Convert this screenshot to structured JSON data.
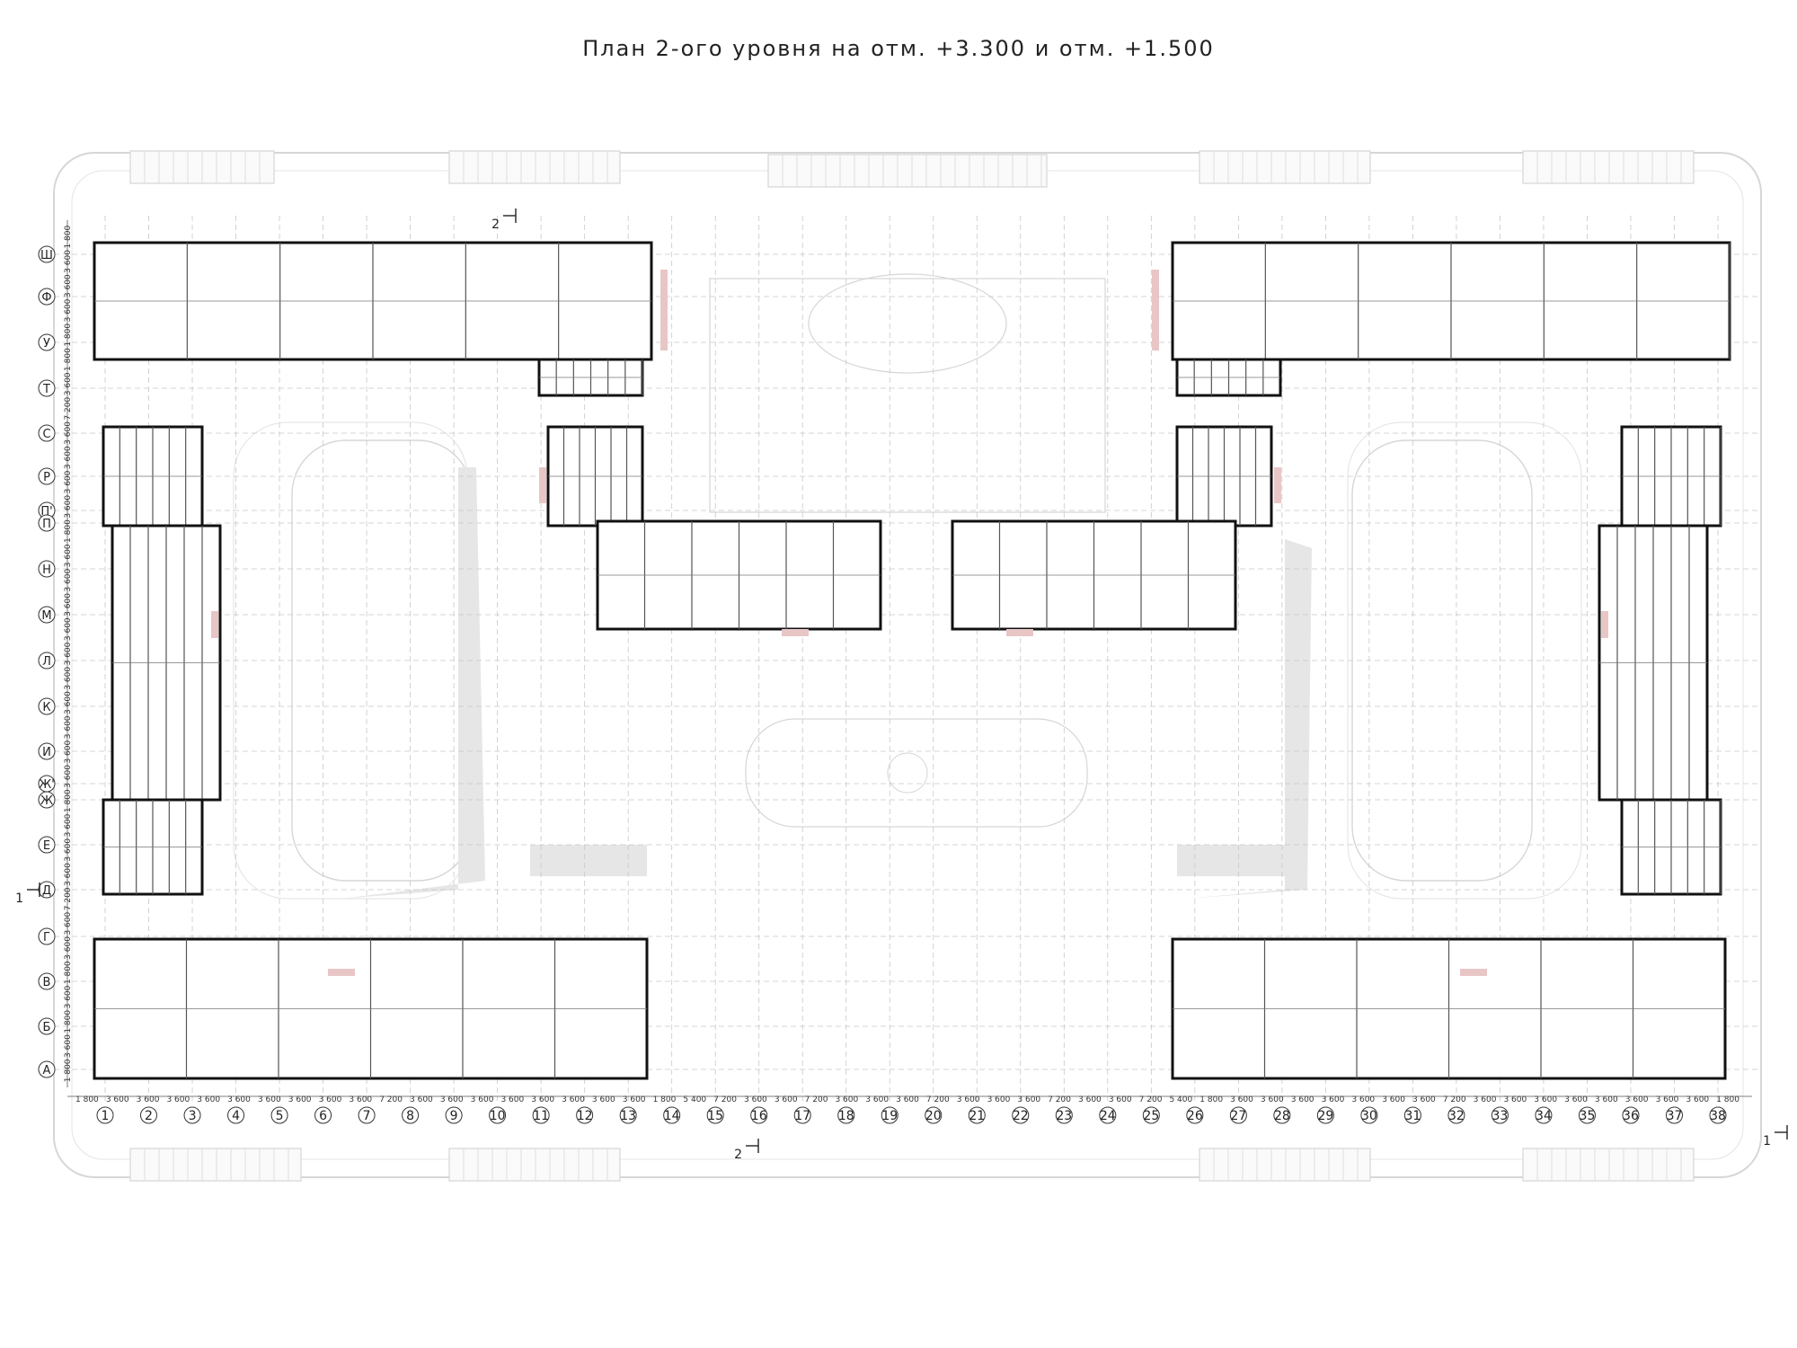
{
  "title": "План 2-ого уровня на отм. +3.300 и отм. +1.500",
  "axes_numbers": [
    "1",
    "2",
    "3",
    "4",
    "5",
    "6",
    "7",
    "8",
    "9",
    "10",
    "11",
    "12",
    "13",
    "14",
    "15",
    "16",
    "17",
    "18",
    "19",
    "20",
    "21",
    "22",
    "23",
    "24",
    "25",
    "26",
    "27",
    "28",
    "29",
    "30",
    "31",
    "32",
    "33",
    "34",
    "35",
    "36",
    "37",
    "38"
  ],
  "axes_letters": [
    "Ш",
    "Ф",
    "У",
    "Т",
    "С",
    "Р",
    "П'",
    "П",
    "Н",
    "М",
    "Л",
    "К",
    "И",
    "Ж'",
    "Ж",
    "Е",
    "Д",
    "Г",
    "В",
    "Б",
    "А"
  ],
  "bottom_dimensions": [
    "1 800",
    "3 600",
    "3 600",
    "3 600",
    "3 600",
    "3 600",
    "3 600",
    "3 600",
    "3 600",
    "3 600",
    "7 200",
    "3 600",
    "3 600",
    "3 600",
    "3 600",
    "3 600",
    "3 600",
    "3 600",
    "3 600",
    "1 800",
    "5 400",
    "7 200",
    "3 600",
    "3 600",
    "7 200",
    "3 600",
    "3 600",
    "3 600",
    "7 200",
    "3 600",
    "3 600",
    "3 600",
    "7 200",
    "3 600",
    "3 600",
    "7 200",
    "5 400",
    "1 800",
    "3 600",
    "3 600",
    "3 600",
    "3 600",
    "3 600",
    "3 600",
    "3 600",
    "7 200",
    "3 600",
    "3 600",
    "3 600",
    "3 600",
    "3 600",
    "3 600",
    "3 600",
    "3 600",
    "1 800"
  ],
  "left_dimensions": [
    "1 800",
    "3 600",
    "3 600",
    "3 600",
    "1 800",
    "1 800",
    "3 600",
    "7 200",
    "3 600",
    "3 600",
    "3 600",
    "3 600",
    "1 800",
    "3 600",
    "3 600",
    "3 600",
    "3 600",
    "3 600",
    "3 600",
    "3 600",
    "3 600",
    "3 600",
    "3 600",
    "1 800",
    "3 600",
    "3 600",
    "3 600",
    "7 200",
    "3 600",
    "3 600",
    "1 800",
    "3 600",
    "1 800",
    "3 600",
    "1 800"
  ],
  "section_marks": {
    "top_2": "2",
    "bottom_2": "2",
    "left_1": "1",
    "right_1": "1"
  },
  "colors": {
    "walls": "#111111",
    "grid": "#c8c8c8",
    "context": "#d6d6d6",
    "accent": "#e8c6c6",
    "shadow": "#e6e6e6"
  }
}
